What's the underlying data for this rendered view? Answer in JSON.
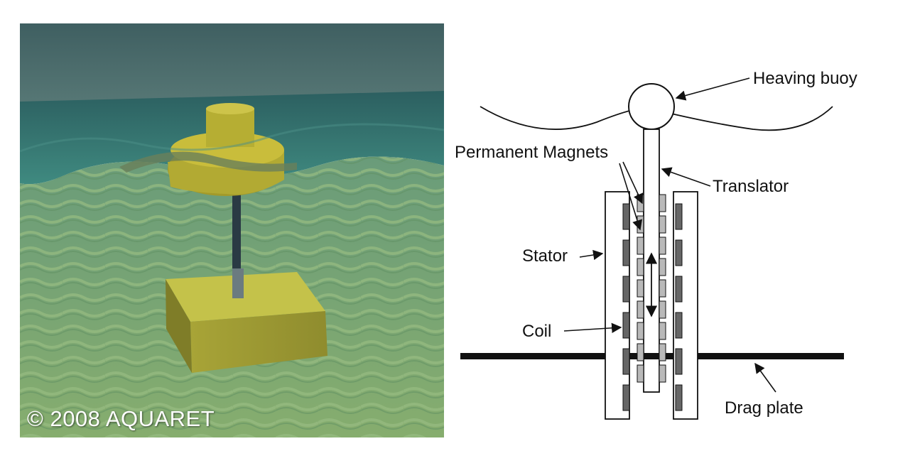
{
  "render": {
    "copyright": "© 2008 AQUARET",
    "colors": {
      "sky": "#4f6f6e",
      "sea": "#2f6d6a",
      "seabed": "#7ea46c",
      "device": "#b8b23a"
    }
  },
  "diagram": {
    "labels": {
      "heaving_buoy": "Heaving buoy",
      "permanent_magnets": "Permanent Magnets",
      "translator": "Translator",
      "stator": "Stator",
      "coil": "Coil",
      "drag_plate": "Drag plate"
    },
    "colors": {
      "line": "#111111",
      "magnet": "#b9b9b9",
      "coil": "#666666"
    }
  }
}
